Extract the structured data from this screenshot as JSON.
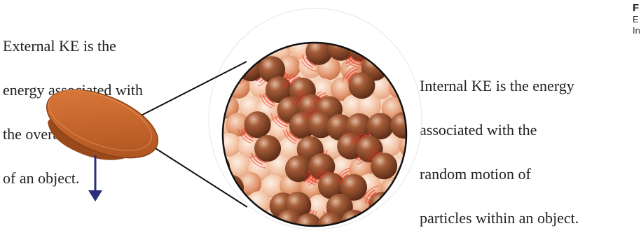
{
  "external_ke": {
    "lines": [
      "External KE is the",
      "energy associated with",
      "the overall motion",
      "of an object."
    ]
  },
  "internal_ke": {
    "lines": [
      "Internal KE is the energy",
      "associated with the",
      "random motion of",
      "particles within an object."
    ]
  },
  "corner": {
    "heading": "F",
    "line1": "E",
    "line2": "In"
  },
  "colors": {
    "coin": "#c8682e",
    "arrow": "#2b2f78",
    "particle_dark": "#8a4a2c",
    "particle_light": "#f2c2a4",
    "motion_lines": "#e8392c"
  },
  "icons": {
    "coin": "coin-icon",
    "arrow": "downward-arrow-icon"
  }
}
